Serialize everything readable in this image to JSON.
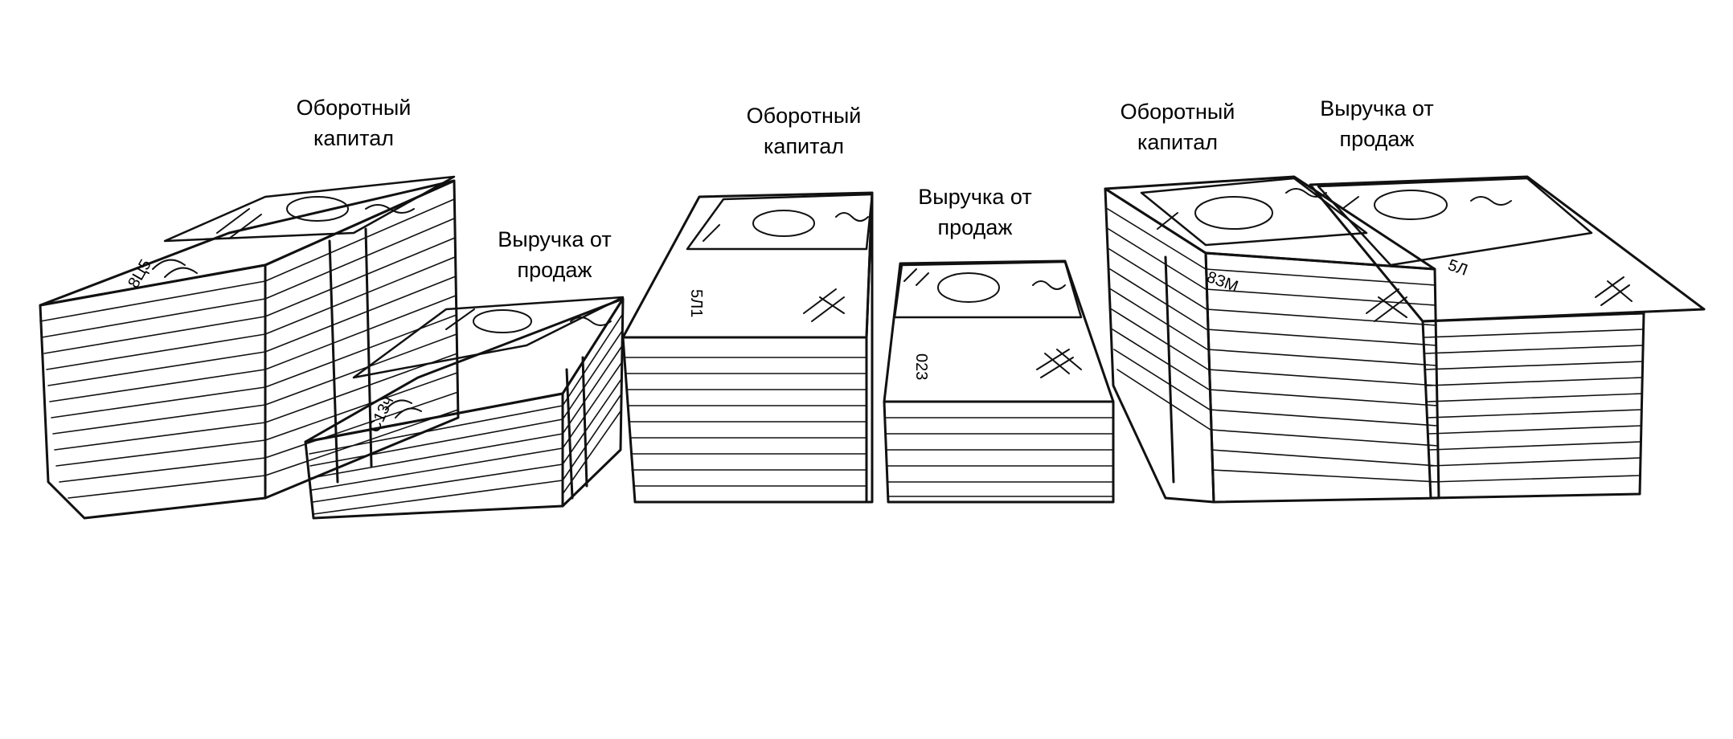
{
  "colors": {
    "ink": "#111111",
    "paper": "#ffffff"
  },
  "groups": [
    {
      "working_capital": {
        "line1": "Оборотный",
        "line2": "капитал"
      },
      "sales_revenue": {
        "line1": "Выручка от",
        "line2": "продаж"
      },
      "note_serials": [
        "8Ц5",
        "С13ч"
      ]
    },
    {
      "working_capital": {
        "line1": "Оборотный",
        "line2": "капитал"
      },
      "sales_revenue": {
        "line1": "Выручка от",
        "line2": "продаж"
      },
      "note_serials": [
        "5Л1",
        "023"
      ]
    },
    {
      "working_capital": {
        "line1": "Оборотный",
        "line2": "капитал"
      },
      "sales_revenue": {
        "line1": "Выручка от",
        "line2": "продаж"
      },
      "note_serials": [
        "8ЗМ",
        "5Л"
      ]
    }
  ]
}
